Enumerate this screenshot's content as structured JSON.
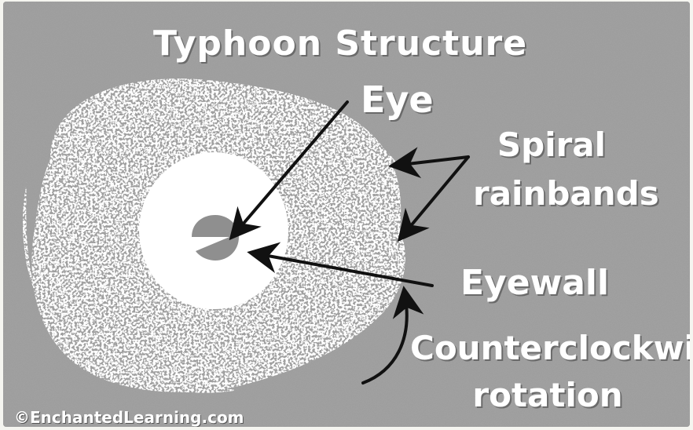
{
  "diagram": {
    "title": "Typhoon Structure",
    "labels": {
      "eye": "Eye",
      "spiral_line1": "Spiral",
      "spiral_line2": "rainbands",
      "eyewall": "Eyewall",
      "ccw_line1": "Counterclockwise",
      "ccw_line2": "rotation"
    },
    "copyright": "©EnchantedLearning.com"
  },
  "colors": {
    "background": "#9c9c9c",
    "cloud": "#ffffff",
    "eye": "#8f8f8f",
    "arrow": "#111111",
    "text": "#ffffff"
  }
}
